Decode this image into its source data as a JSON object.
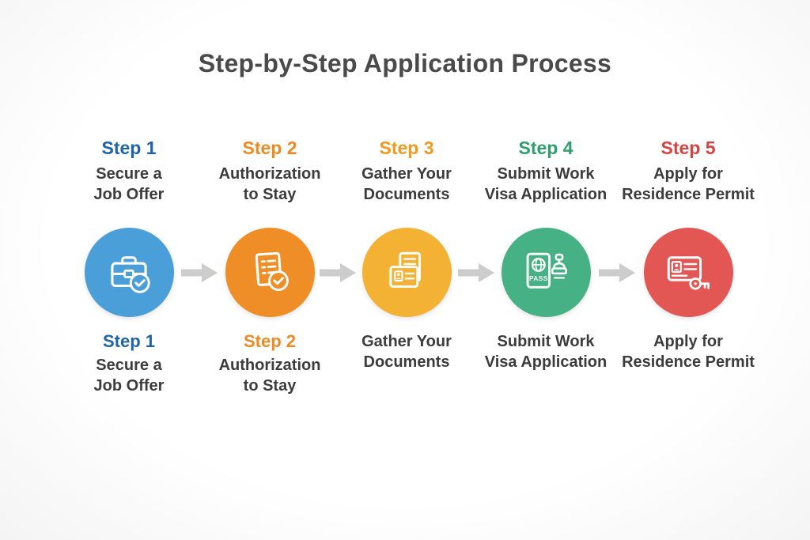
{
  "title": "Step-by-Step Application Process",
  "arrow_color": "#cccccc",
  "steps": [
    {
      "label": "Step 1",
      "label_color": "#1d64a8",
      "circle_color": "#4b9fd8",
      "icon": "briefcase-check-icon",
      "title_line1": "Secure a",
      "title_line2": "Job Offer",
      "bottom_label": "Step 1",
      "bottom_line1": "Secure a",
      "bottom_line2": "Job Offer"
    },
    {
      "label": "Step 2",
      "label_color": "#ee8a21",
      "circle_color": "#ef8d26",
      "icon": "document-checklist-check-icon",
      "title_line1": "Authorization",
      "title_line2": "to Stay",
      "bottom_label": "Step 2",
      "bottom_line1": "Authorization",
      "bottom_line2": "to Stay"
    },
    {
      "label": "Step 3",
      "label_color": "#f0991e",
      "circle_color": "#f3b233",
      "icon": "documents-id-icon",
      "title_line1": "Gather Your",
      "title_line2": "Documents",
      "bottom_label": "",
      "bottom_line1": "Gather Your",
      "bottom_line2": "Documents"
    },
    {
      "label": "Step 4",
      "label_color": "#2f9e6d",
      "circle_color": "#45b184",
      "icon": "passport-stamp-icon",
      "badge_text": "PASS",
      "title_line1": "Submit Work",
      "title_line2": "Visa Application",
      "bottom_label": "",
      "bottom_line1": "Submit Work",
      "bottom_line2": "Visa Application"
    },
    {
      "label": "Step 5",
      "label_color": "#d64341",
      "circle_color": "#e25654",
      "icon": "id-card-key-icon",
      "title_line1": "Apply for",
      "title_line2": "Residence Permit",
      "bottom_label": "",
      "bottom_line1": "Apply for",
      "bottom_line2": "Residence Permit"
    }
  ]
}
